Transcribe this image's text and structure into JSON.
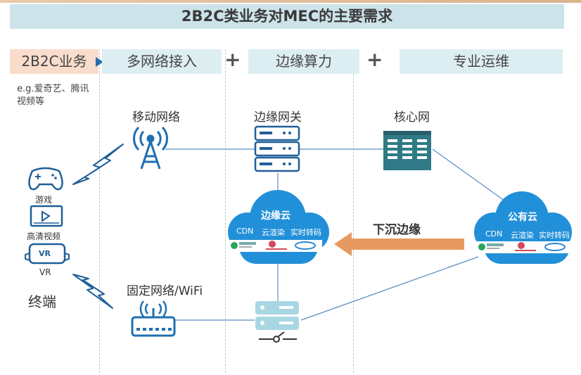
{
  "title": "2B2C类业务对MEC的主要需求",
  "headers": {
    "business": "2B2C业务",
    "network_access": "多网络接入",
    "edge_compute": "边缘算力",
    "operations": "专业运维",
    "plus": "+"
  },
  "business_example": "e.g.爱奇艺、腾讯视频等",
  "terminals": {
    "game": "游戏",
    "hd_video": "高清视频",
    "vr": "VR",
    "vr_badge": "VR",
    "terminal_label": "终端"
  },
  "nodes": {
    "mobile_network": "移动网络",
    "edge_gateway": "边缘网关",
    "core_network": "核心网",
    "fixed_network": "固定网络/WiFi"
  },
  "edge_cloud": {
    "name": "边缘云",
    "services": [
      "CDN",
      "云渲染",
      "实时转码"
    ]
  },
  "public_cloud": {
    "name": "公有云",
    "services": [
      "CDN",
      "云渲染",
      "实时转码"
    ]
  },
  "sink_label": "下沉边缘",
  "colors": {
    "primary_blue": "#1f6fb2",
    "cloud_blue": "#2290d8",
    "server_teal": "#2f7a86",
    "arrow_orange": "#e69a62",
    "title_bg": "#cce3ea",
    "business_bg": "#f9dccb"
  }
}
